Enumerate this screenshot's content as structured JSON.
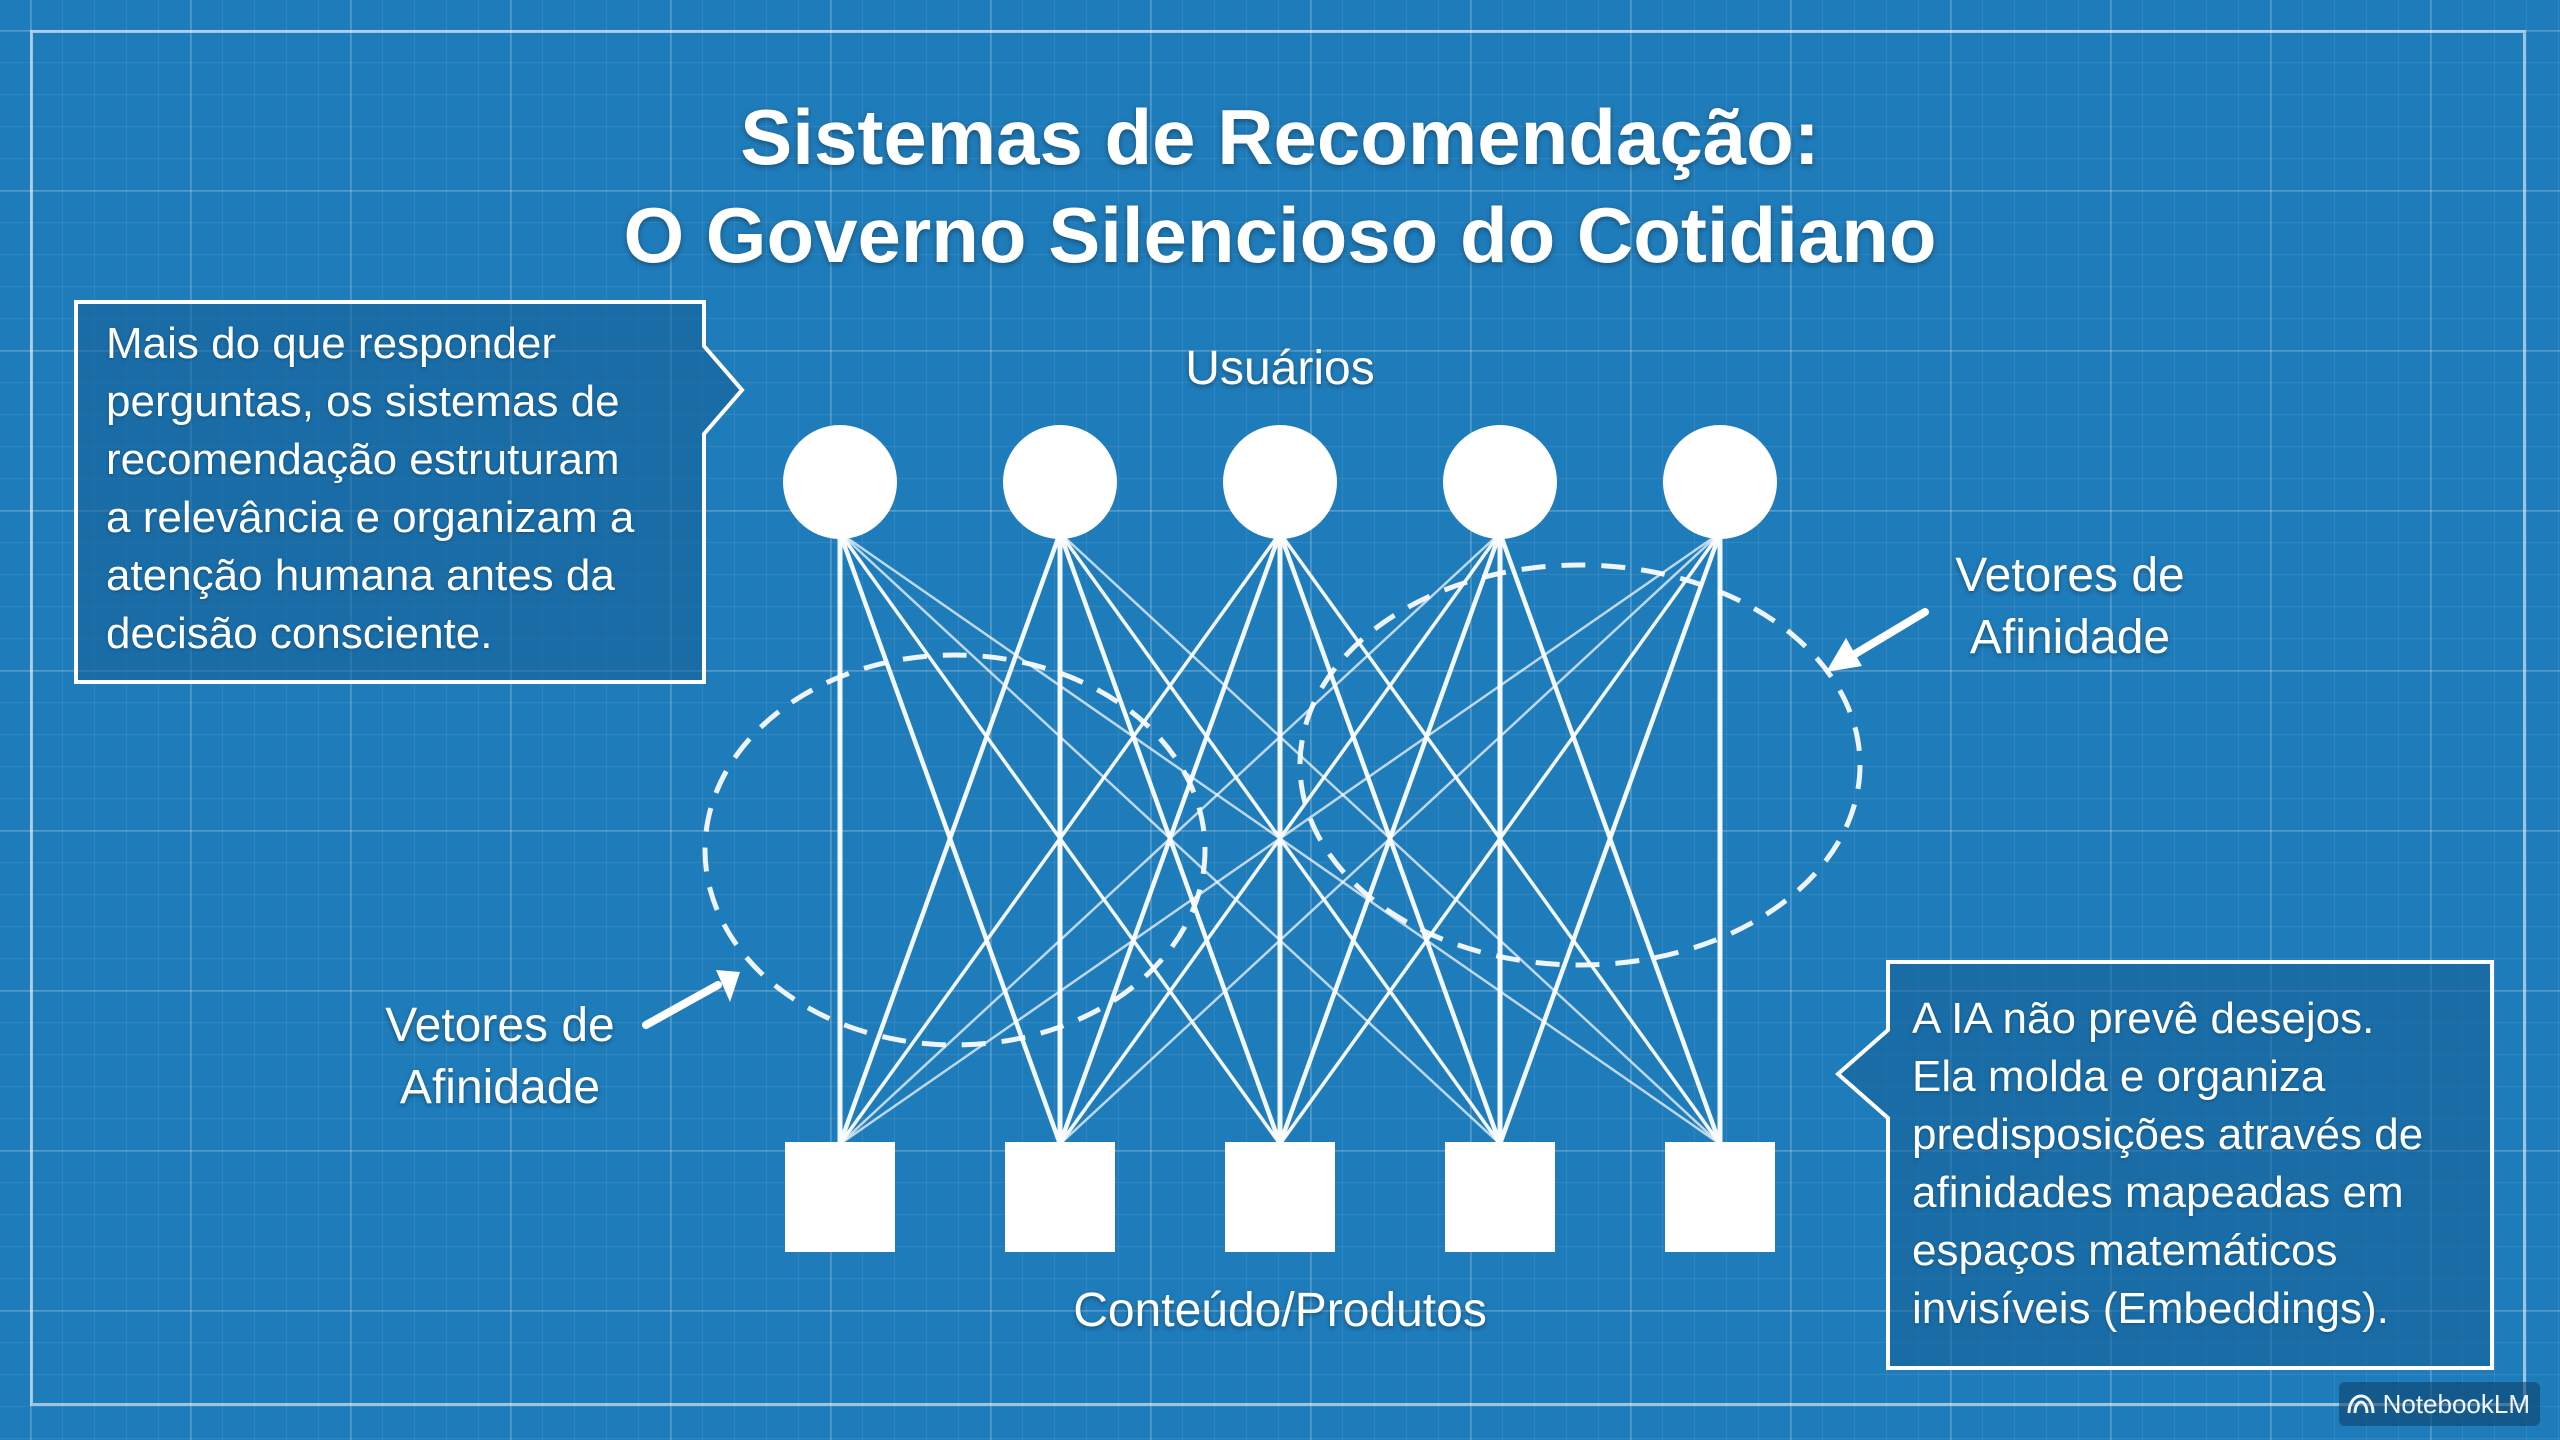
{
  "title": {
    "line1": "Sistemas de Recomendação:",
    "line2": "O Governo Silencioso do Cotidiano"
  },
  "diagram": {
    "users_label": "Usuários",
    "content_label": "Conteúdo/Produtos",
    "affinity_right": {
      "line1": "Vetores de",
      "line2": "Afinidade"
    },
    "affinity_left": {
      "line1": "Vetores de",
      "line2": "Afinidade"
    },
    "user_count": 5,
    "content_count": 5
  },
  "callout_left": {
    "lines": [
      "Mais do que responder",
      "perguntas, os sistemas de",
      "recomendação estruturam",
      "a relevância e organizam a",
      "atenção humana antes da",
      "decisão consciente."
    ]
  },
  "callout_right": {
    "lines": [
      "A IA não prevê desejos.",
      "Ela molda e organiza",
      "predisposições através de",
      "afinidades mapeadas em",
      "espaços matemáticos",
      "invisíveis (Embeddings)."
    ]
  },
  "watermark": {
    "label": "NotebookLM",
    "icon": "notebooklm-logo-icon"
  },
  "colors": {
    "background": "#1f7cba",
    "stroke": "#ffffff"
  }
}
